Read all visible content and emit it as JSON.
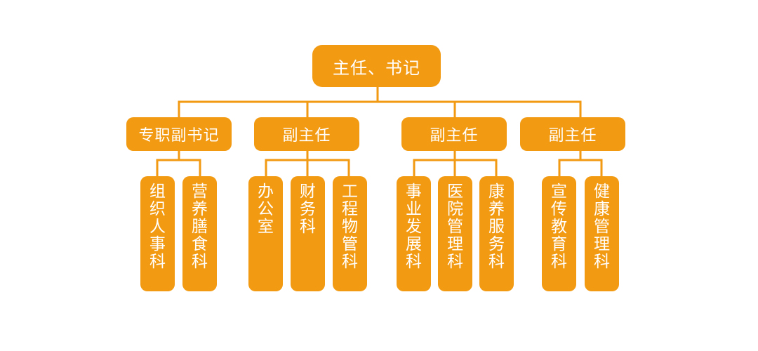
{
  "chart": {
    "root": "主任、书记",
    "level2": [
      {
        "label": "专职副书记",
        "children": [
          "组织人事科",
          "营养膳食科"
        ]
      },
      {
        "label": "副主任",
        "children": [
          "办公室",
          "财务科",
          "工程物管科"
        ]
      },
      {
        "label": "副主任",
        "children": [
          "事业发展科",
          "医院管理科",
          "康养服务科"
        ]
      },
      {
        "label": "副主任",
        "children": [
          "宣传教育科",
          "健康管理科"
        ]
      }
    ]
  },
  "colors": {
    "accent": "#F29A12",
    "text": "#FFFFFF",
    "background": "#FFFFFF"
  }
}
